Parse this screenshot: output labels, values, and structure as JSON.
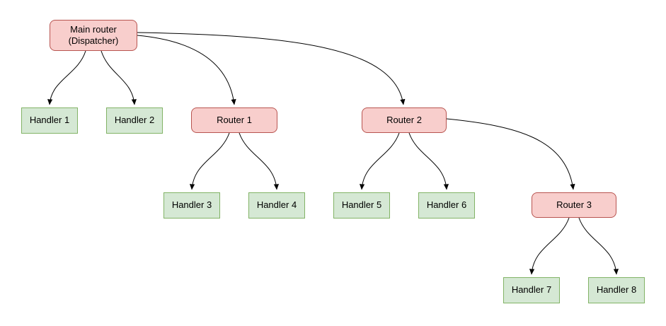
{
  "diagram": {
    "colors": {
      "router_fill": "#f8cecc",
      "router_border": "#b85450",
      "handler_fill": "#d5e8d4",
      "handler_border": "#82b366",
      "edge_color": "#000000",
      "background": "#ffffff"
    },
    "nodes": {
      "main_router": {
        "line1": "Main router",
        "line2": "(Dispatcher)",
        "type": "router"
      },
      "handler_1": {
        "label": "Handler 1",
        "type": "handler"
      },
      "handler_2": {
        "label": "Handler 2",
        "type": "handler"
      },
      "router_1": {
        "label": "Router 1",
        "type": "router"
      },
      "router_2": {
        "label": "Router 2",
        "type": "router"
      },
      "handler_3": {
        "label": "Handler 3",
        "type": "handler"
      },
      "handler_4": {
        "label": "Handler 4",
        "type": "handler"
      },
      "handler_5": {
        "label": "Handler 5",
        "type": "handler"
      },
      "handler_6": {
        "label": "Handler 6",
        "type": "handler"
      },
      "router_3": {
        "label": "Router 3",
        "type": "router"
      },
      "handler_7": {
        "label": "Handler 7",
        "type": "handler"
      },
      "handler_8": {
        "label": "Handler 8",
        "type": "handler"
      }
    },
    "edges": [
      {
        "from": "main_router",
        "to": "handler_1"
      },
      {
        "from": "main_router",
        "to": "handler_2"
      },
      {
        "from": "main_router",
        "to": "router_1"
      },
      {
        "from": "main_router",
        "to": "router_2"
      },
      {
        "from": "router_1",
        "to": "handler_3"
      },
      {
        "from": "router_1",
        "to": "handler_4"
      },
      {
        "from": "router_2",
        "to": "handler_5"
      },
      {
        "from": "router_2",
        "to": "handler_6"
      },
      {
        "from": "router_2",
        "to": "router_3"
      },
      {
        "from": "router_3",
        "to": "handler_7"
      },
      {
        "from": "router_3",
        "to": "handler_8"
      }
    ]
  }
}
